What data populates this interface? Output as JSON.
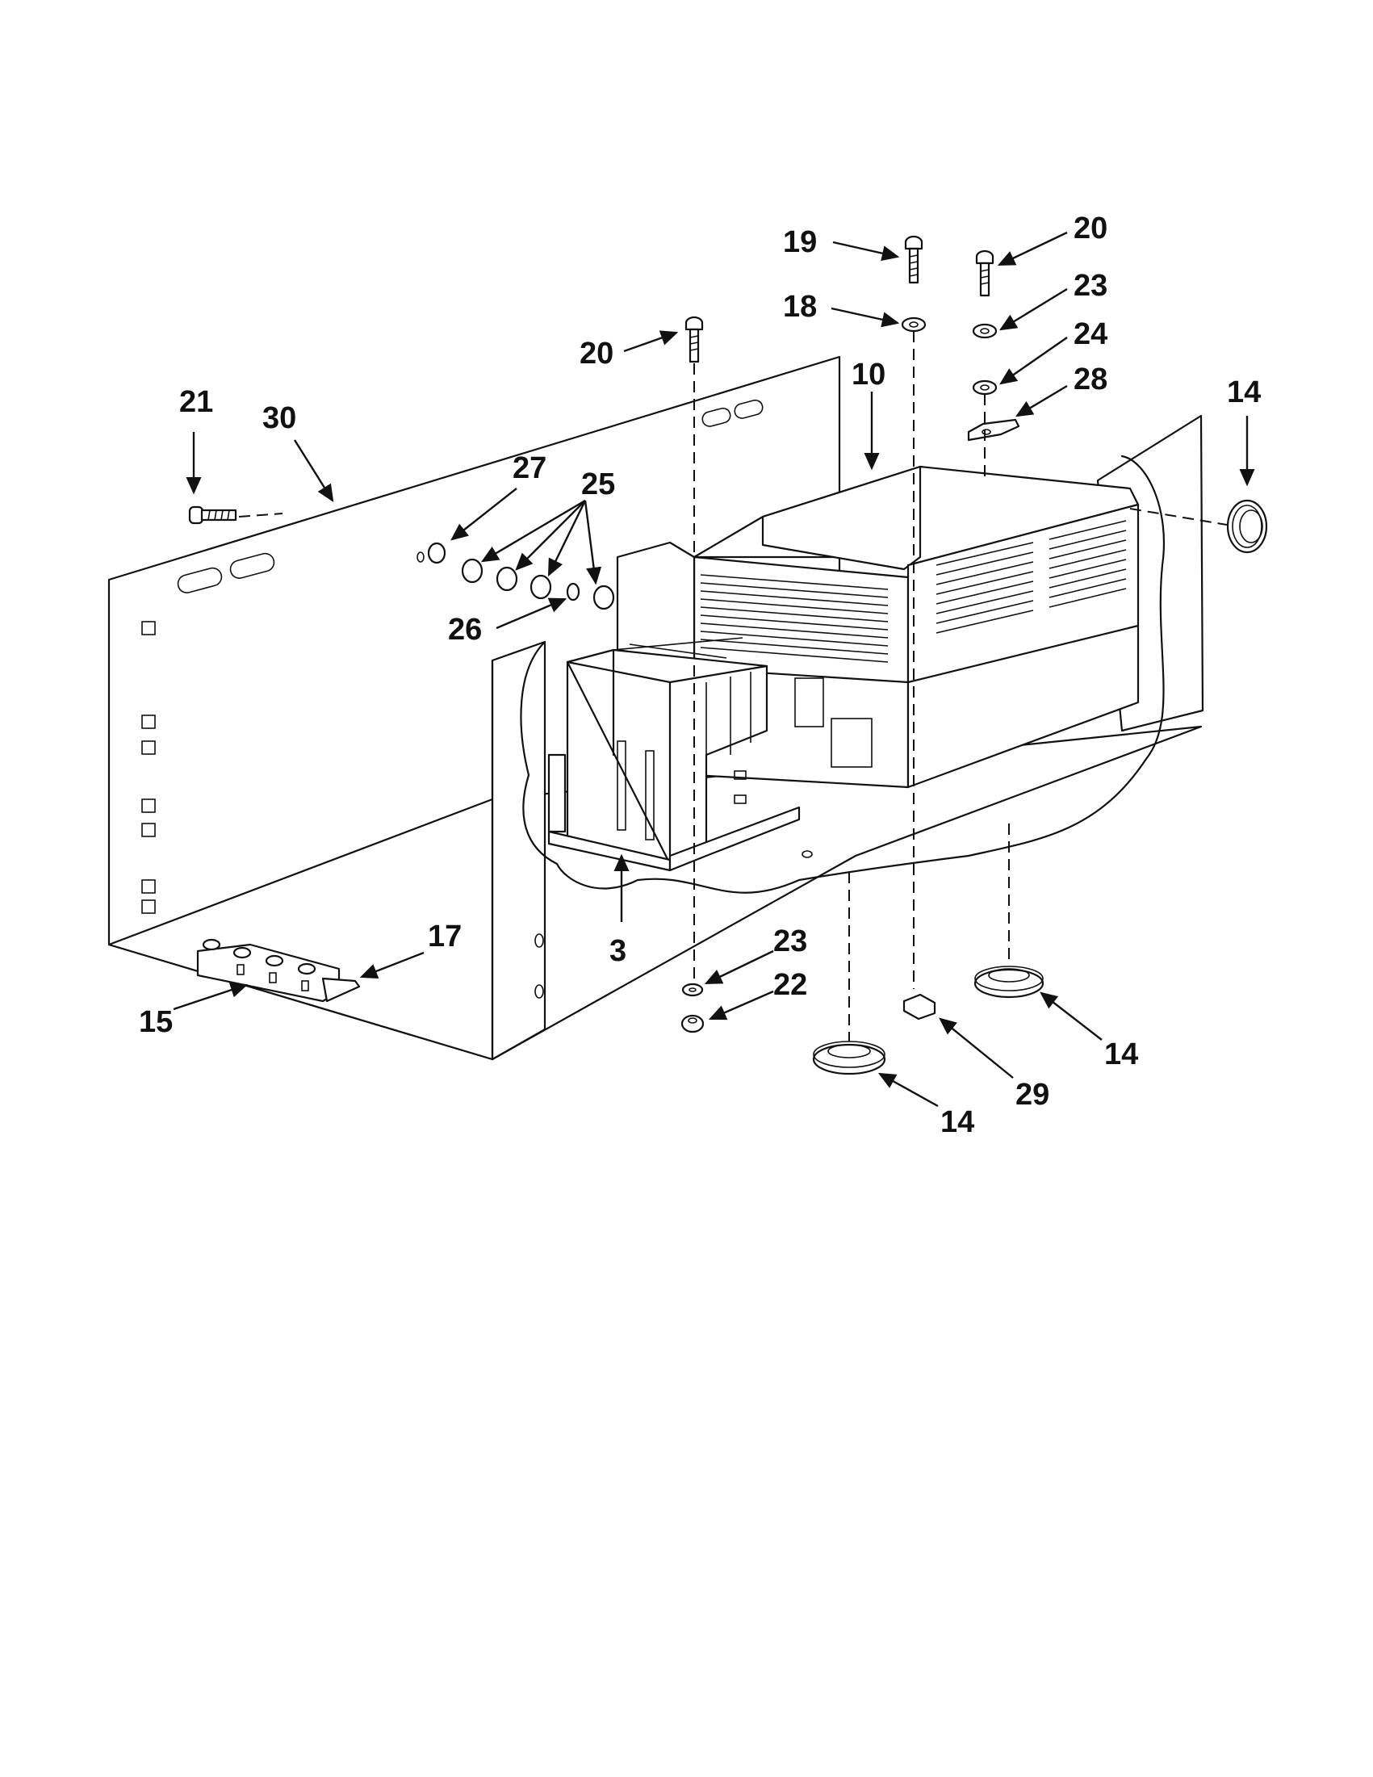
{
  "callouts": [
    {
      "id": "c19",
      "text": "19"
    },
    {
      "id": "c20a",
      "text": "20"
    },
    {
      "id": "c18",
      "text": "18"
    },
    {
      "id": "c23a",
      "text": "23"
    },
    {
      "id": "c24",
      "text": "24"
    },
    {
      "id": "c20b",
      "text": "20"
    },
    {
      "id": "c10",
      "text": "10"
    },
    {
      "id": "c28",
      "text": "28"
    },
    {
      "id": "c14a",
      "text": "14"
    },
    {
      "id": "c21",
      "text": "21"
    },
    {
      "id": "c30",
      "text": "30"
    },
    {
      "id": "c27",
      "text": "27"
    },
    {
      "id": "c25",
      "text": "25"
    },
    {
      "id": "c26",
      "text": "26"
    },
    {
      "id": "c3",
      "text": "3"
    },
    {
      "id": "c17",
      "text": "17"
    },
    {
      "id": "c15",
      "text": "15"
    },
    {
      "id": "c23b",
      "text": "23"
    },
    {
      "id": "c22",
      "text": "22"
    },
    {
      "id": "c14b",
      "text": "14"
    },
    {
      "id": "c29",
      "text": "29"
    },
    {
      "id": "c14c",
      "text": "14"
    }
  ]
}
